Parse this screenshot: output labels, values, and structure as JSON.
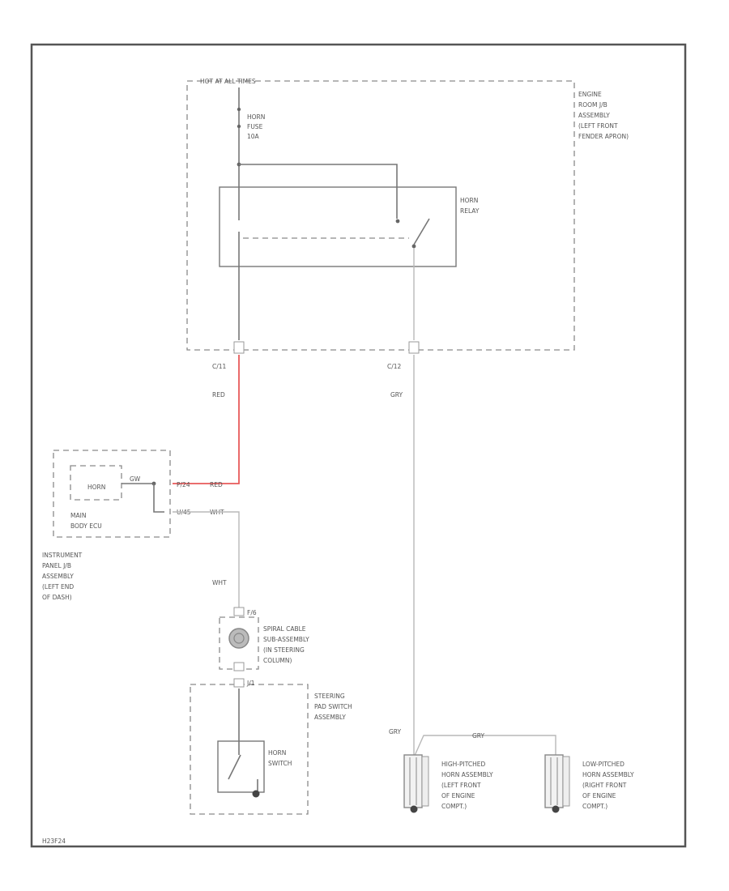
{
  "colors": {
    "wire": "#777777",
    "red_wire": "#e85a5a",
    "frame": "#555555"
  },
  "labels": {
    "hot_at_all_times": "HOT AT ALL TIMES",
    "engine_room_jb_1": "ENGINE",
    "engine_room_jb_2": "ROOM J/B",
    "engine_room_jb_3": "ASSEMBLY",
    "engine_room_jb_4": "(LEFT FRONT",
    "engine_room_jb_5": "FENDER APRON)",
    "horn_fuse_1": "HORN",
    "horn_fuse_2": "FUSE",
    "horn_fuse_3": "10A",
    "horn_relay_1": "HORN",
    "horn_relay_2": "RELAY",
    "conn_c11": "C/11",
    "conn_c12": "C/12",
    "wire_red_1": "RED",
    "wire_gry_1": "GRY",
    "ecu_horn": "HORN",
    "ecu_gw": "GW",
    "ecu_pin_red": "P/24",
    "ecu_wire_red": "RED",
    "ecu_pin_wht": "U/45",
    "ecu_wire_wht": "WHT",
    "main_body_ecu_1": "MAIN",
    "main_body_ecu_2": "BODY ECU",
    "ip_jb_1": "INSTRUMENT",
    "ip_jb_2": "PANEL J/B",
    "ip_jb_3": "ASSEMBLY",
    "ip_jb_4": "(LEFT END",
    "ip_jb_5": "OF DASH)",
    "wire_wht_2": "WHT",
    "spiral_pin": "F/6",
    "spiral_1": "SPIRAL CABLE",
    "spiral_2": "SUB-ASSEMBLY",
    "spiral_3": "(IN STEERING",
    "spiral_4": "COLUMN)",
    "steer_pin": "J/1",
    "steer_pad_1": "STEERING",
    "steer_pad_2": "PAD SWITCH",
    "steer_pad_3": "ASSEMBLY",
    "horn_switch_1": "HORN",
    "horn_switch_2": "SWITCH",
    "wire_gry_2": "GRY",
    "wire_gry_3": "GRY",
    "high_horn_1": "HIGH-PITCHED",
    "high_horn_2": "HORN ASSEMBLY",
    "high_horn_3": "(LEFT FRONT",
    "high_horn_4": "OF ENGINE",
    "high_horn_5": "COMPT.)",
    "low_horn_1": "LOW-PITCHED",
    "low_horn_2": "HORN ASSEMBLY",
    "low_horn_3": "(RIGHT FRONT",
    "low_horn_4": "OF ENGINE",
    "low_horn_5": "COMPT.)",
    "diagram_id": "H23F24"
  }
}
